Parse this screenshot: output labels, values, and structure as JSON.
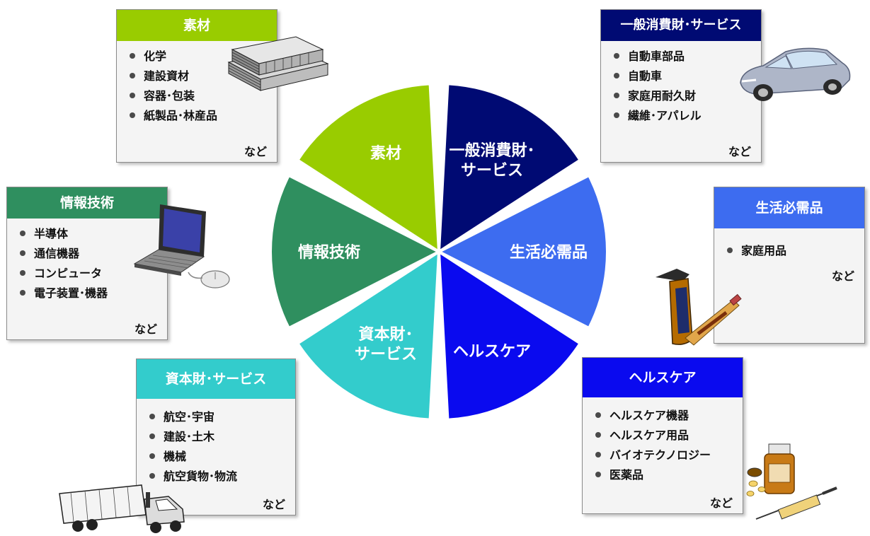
{
  "wheel": {
    "segments": [
      {
        "id": "consumer-discretionary",
        "label_lines": [
          "一般消費財･",
          "サービス"
        ],
        "color": "#000a73"
      },
      {
        "id": "consumer-staples",
        "label_lines": [
          "生活必需品"
        ],
        "color": "#3d6cf0"
      },
      {
        "id": "health-care",
        "label_lines": [
          "ヘルスケア"
        ],
        "color": "#0a0aef"
      },
      {
        "id": "industrials",
        "label_lines": [
          "資本財･",
          "サービス"
        ],
        "color": "#33cccc"
      },
      {
        "id": "information-technology",
        "label_lines": [
          "情報技術"
        ],
        "color": "#2f8f5f"
      },
      {
        "id": "materials",
        "label_lines": [
          "素材"
        ],
        "color": "#99cc00"
      }
    ]
  },
  "boxes": {
    "materials": {
      "title": "素材",
      "color": "#99cc00",
      "items": [
        "化学",
        "建設資材",
        "容器･包装",
        "紙製品･林産品"
      ],
      "etc": "など"
    },
    "consumer_discretionary": {
      "title": "一般消費財･サービス",
      "color": "#000a73",
      "items": [
        "自動車部品",
        "自動車",
        "家庭用耐久財",
        "繊維･アパレル"
      ],
      "etc": "など"
    },
    "information_technology": {
      "title": "情報技術",
      "color": "#2f8f5f",
      "items": [
        "半導体",
        "通信機器",
        "コンピュータ",
        "電子装置･機器"
      ],
      "etc": "など"
    },
    "consumer_staples": {
      "title": "生活必需品",
      "color": "#3d6cf0",
      "items": [
        "家庭用品"
      ],
      "etc": "など"
    },
    "industrials": {
      "title": "資本財･サービス",
      "color": "#33cccc",
      "items": [
        "航空･宇宙",
        "建設･土木",
        "機械",
        "航空貨物･物流"
      ],
      "etc": "など"
    },
    "health_care": {
      "title": "ヘルスケア",
      "color": "#0a0aef",
      "items": [
        "ヘルスケア機器",
        "ヘルスケア用品",
        "バイオテクノロジー",
        "医薬品"
      ],
      "etc": "など"
    }
  },
  "icons": {
    "materials": "lumber-stack-icon",
    "consumer_discretionary": "car-icon",
    "information_technology": "laptop-icon",
    "consumer_staples": "spray-bottle-icon",
    "industrials": "truck-icon",
    "health_care": "medicine-icon"
  }
}
